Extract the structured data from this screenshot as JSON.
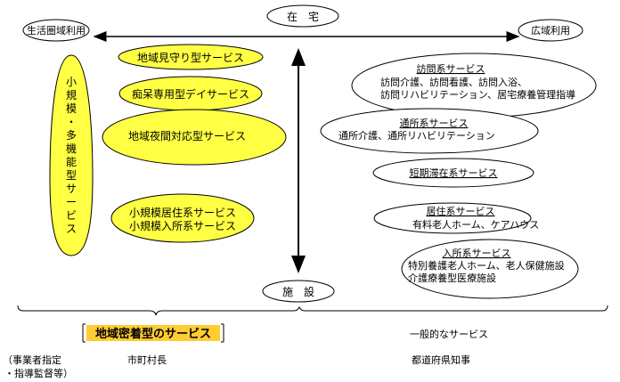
{
  "top": {
    "home": "在　宅",
    "facility": "施　設",
    "local_use": "生活圏域利用",
    "wide_use": "広域利用"
  },
  "local_services": {
    "tall": [
      "小",
      "規",
      "模",
      "・",
      "多",
      "機",
      "能",
      "型",
      "サ",
      "ー",
      "ビ",
      "ス"
    ],
    "watch": "地域見守り型サービス",
    "dementia_day": "痴呆専用型デイサービス",
    "night": "地域夜間対応型サービス",
    "small_res_1": "小規模居住系サービス",
    "small_res_2": "小規模入所系サービス"
  },
  "general_services": {
    "visit": {
      "title": "訪問系サービス",
      "line1": "訪問介護、訪問看護、訪問入浴、",
      "line2": "訪問リハビリテーション、居宅療養管理指導"
    },
    "daycare": {
      "title": "通所系サービス",
      "line1": "通所介護、通所リハビリテーション"
    },
    "short": {
      "title": "短期滞在系サービス"
    },
    "residential": {
      "title": "居住系サービス",
      "line1": "有料老人ホーム、ケアハウス"
    },
    "institution": {
      "title": "入所系サービス",
      "line1": "特別養護老人ホーム、老人保健施設",
      "line2": "介護療養型医療施設"
    }
  },
  "bottom": {
    "local_label": "地域密着型のサービス",
    "general_label": "一般的なサービス",
    "designation_1": "（事業者指定",
    "designation_2": "・指導監督等）",
    "municipal": "市町村長",
    "prefectural": "都道府県知事"
  },
  "colors": {
    "yellow": "#ffff44",
    "label_yellow": "#ffcc33"
  }
}
